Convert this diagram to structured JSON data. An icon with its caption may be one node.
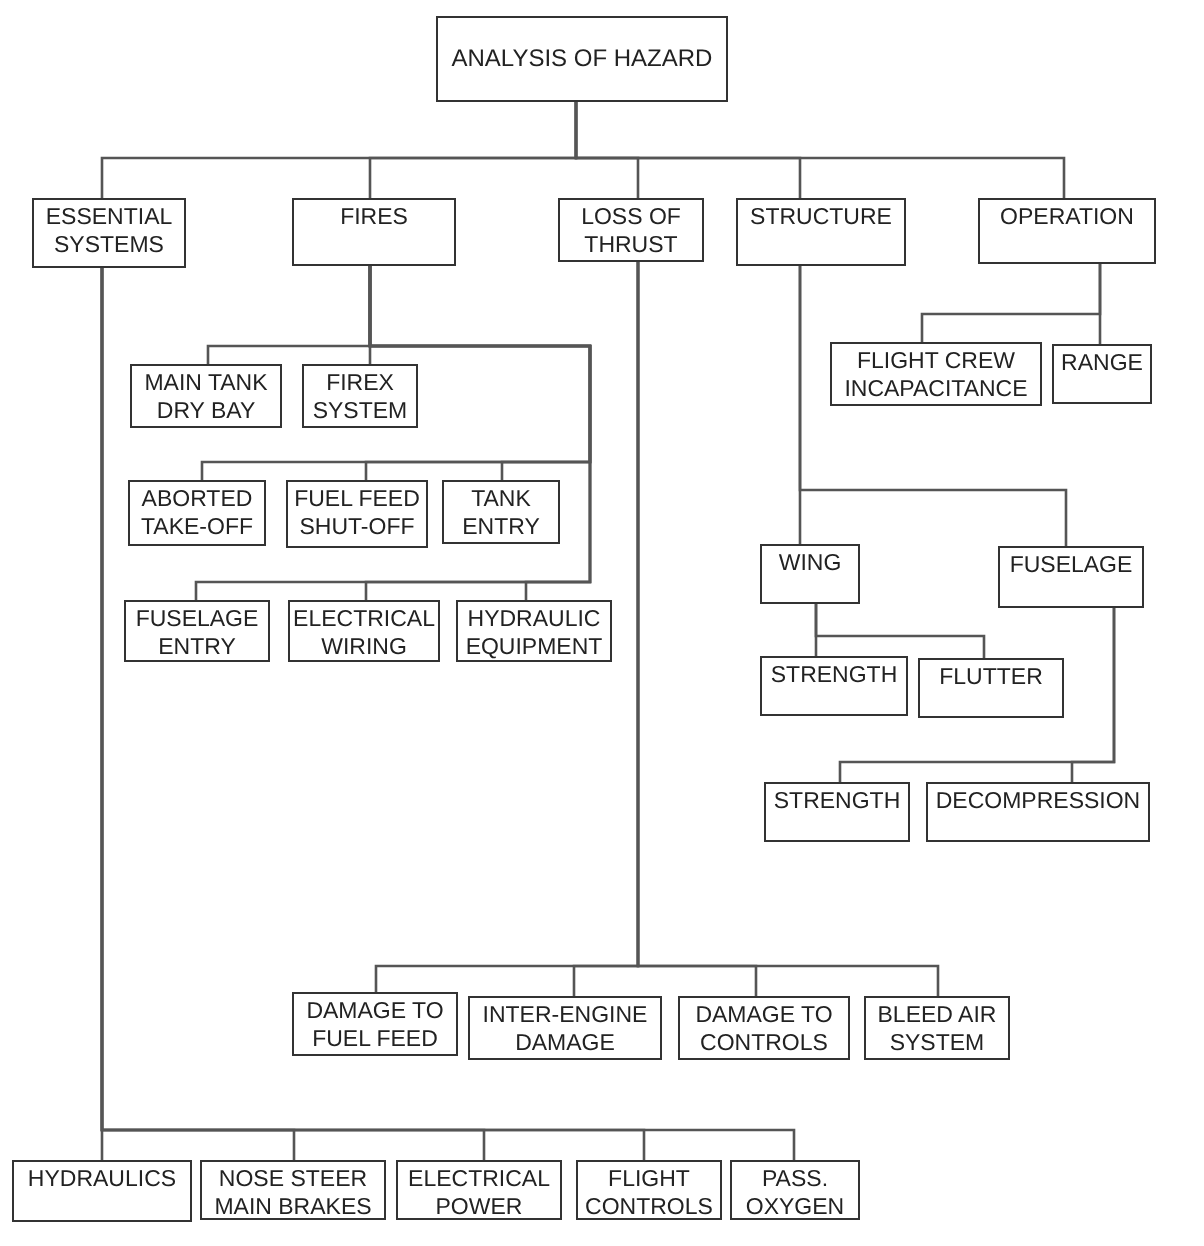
{
  "diagram": {
    "nodes": [
      {
        "text": [
          "ANALYSIS OF HAZARD"
        ]
      },
      {
        "text": [
          "ESSENTIAL SYSTEMS"
        ]
      },
      {
        "text": [
          "FIRES"
        ]
      },
      {
        "text": [
          "LOSS OF THRUST"
        ]
      },
      {
        "text": [
          "STRUCTURE"
        ]
      },
      {
        "text": [
          "OPERATION"
        ]
      },
      {
        "text": [
          "MAIN TANK DRY BAY"
        ]
      },
      {
        "text": [
          "FIREX SYSTEM"
        ]
      },
      {
        "text": [
          "ABORTED TAKE-OFF"
        ]
      },
      {
        "text": [
          "FUEL FEED SHUT-OFF"
        ]
      },
      {
        "text": [
          "TANK ENTRY"
        ]
      },
      {
        "text": [
          "FUSELAGE ENTRY"
        ]
      },
      {
        "text": [
          "ELECTRICAL WIRING"
        ]
      },
      {
        "text": [
          "HYDRAULIC EQUIPMENT"
        ]
      },
      {
        "text": [
          "FLIGHT CREW INCAPACITANCE"
        ]
      },
      {
        "text": [
          "RANGE"
        ]
      },
      {
        "text": [
          "WING"
        ]
      },
      {
        "text": [
          "FUSELAGE"
        ]
      },
      {
        "text": [
          "STRENGTH"
        ]
      },
      {
        "text": [
          "FLUTTER"
        ]
      },
      {
        "text": [
          "STRENGTH"
        ]
      },
      {
        "text": [
          "DECOMPRESSION"
        ]
      },
      {
        "text": [
          "DAMAGE TO FUEL FEED"
        ]
      },
      {
        "text": [
          "INTER-ENGINE DAMAGE"
        ]
      },
      {
        "text": [
          "DAMAGE TO CONTROLS"
        ]
      },
      {
        "text": [
          "BLEED AIR SYSTEM"
        ]
      },
      {
        "text": [
          "HYDRAULICS"
        ]
      },
      {
        "text": [
          "NOSE STEER MAIN BRAKES"
        ]
      },
      {
        "text": [
          "ELECTRICAL POWER"
        ]
      },
      {
        "text": [
          "FLIGHT CONTROLS"
        ]
      },
      {
        "text": [
          "PASS. OXYGEN"
        ]
      }
    ],
    "edges": [
      {
        "from": 0,
        "to": 1,
        "arrow": "none"
      },
      {
        "from": 0,
        "to": 2,
        "arrow": "none"
      },
      {
        "from": 0,
        "to": 3,
        "arrow": "none"
      },
      {
        "from": 0,
        "to": 4,
        "arrow": "none"
      },
      {
        "from": 0,
        "to": 5,
        "arrow": "none"
      },
      {
        "from": 2,
        "to": 6,
        "arrow": "none"
      },
      {
        "from": 2,
        "to": 7,
        "arrow": "none"
      },
      {
        "from": 2,
        "to": 8,
        "arrow": "none"
      },
      {
        "from": 2,
        "to": 9,
        "arrow": "none"
      },
      {
        "from": 2,
        "to": 10,
        "arrow": "none"
      },
      {
        "from": 2,
        "to": 11,
        "arrow": "none"
      },
      {
        "from": 2,
        "to": 12,
        "arrow": "none"
      },
      {
        "from": 2,
        "to": 13,
        "arrow": "none"
      },
      {
        "from": 5,
        "to": 14,
        "arrow": "none"
      },
      {
        "from": 5,
        "to": 15,
        "arrow": "none"
      },
      {
        "from": 4,
        "to": 16,
        "arrow": "none"
      },
      {
        "from": 4,
        "to": 17,
        "arrow": "none"
      },
      {
        "from": 16,
        "to": 18,
        "arrow": "none"
      },
      {
        "from": 16,
        "to": 19,
        "arrow": "none"
      },
      {
        "from": 17,
        "to": 20,
        "arrow": "none"
      },
      {
        "from": 17,
        "to": 21,
        "arrow": "none"
      },
      {
        "from": 3,
        "to": 22,
        "arrow": "none"
      },
      {
        "from": 3,
        "to": 23,
        "arrow": "none"
      },
      {
        "from": 3,
        "to": 24,
        "arrow": "none"
      },
      {
        "from": 3,
        "to": 25,
        "arrow": "none"
      },
      {
        "from": 1,
        "to": 26,
        "arrow": "none"
      },
      {
        "from": 1,
        "to": 27,
        "arrow": "none"
      },
      {
        "from": 1,
        "to": 28,
        "arrow": "none"
      },
      {
        "from": 1,
        "to": 29,
        "arrow": "none"
      },
      {
        "from": 1,
        "to": 30,
        "arrow": "none"
      }
    ]
  }
}
